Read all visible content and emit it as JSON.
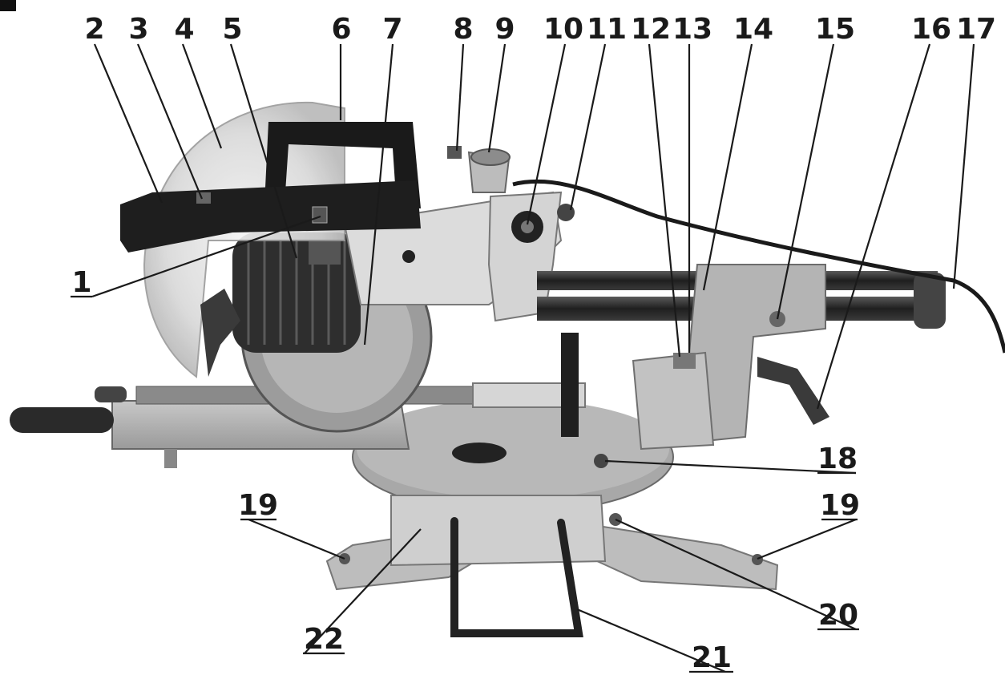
{
  "callouts": [
    "1",
    "2",
    "3",
    "4",
    "5",
    "6",
    "7",
    "8",
    "9",
    "10",
    "11",
    "12",
    "13",
    "14",
    "15",
    "16",
    "17",
    "18",
    "19",
    "19",
    "20",
    "21",
    "22"
  ]
}
